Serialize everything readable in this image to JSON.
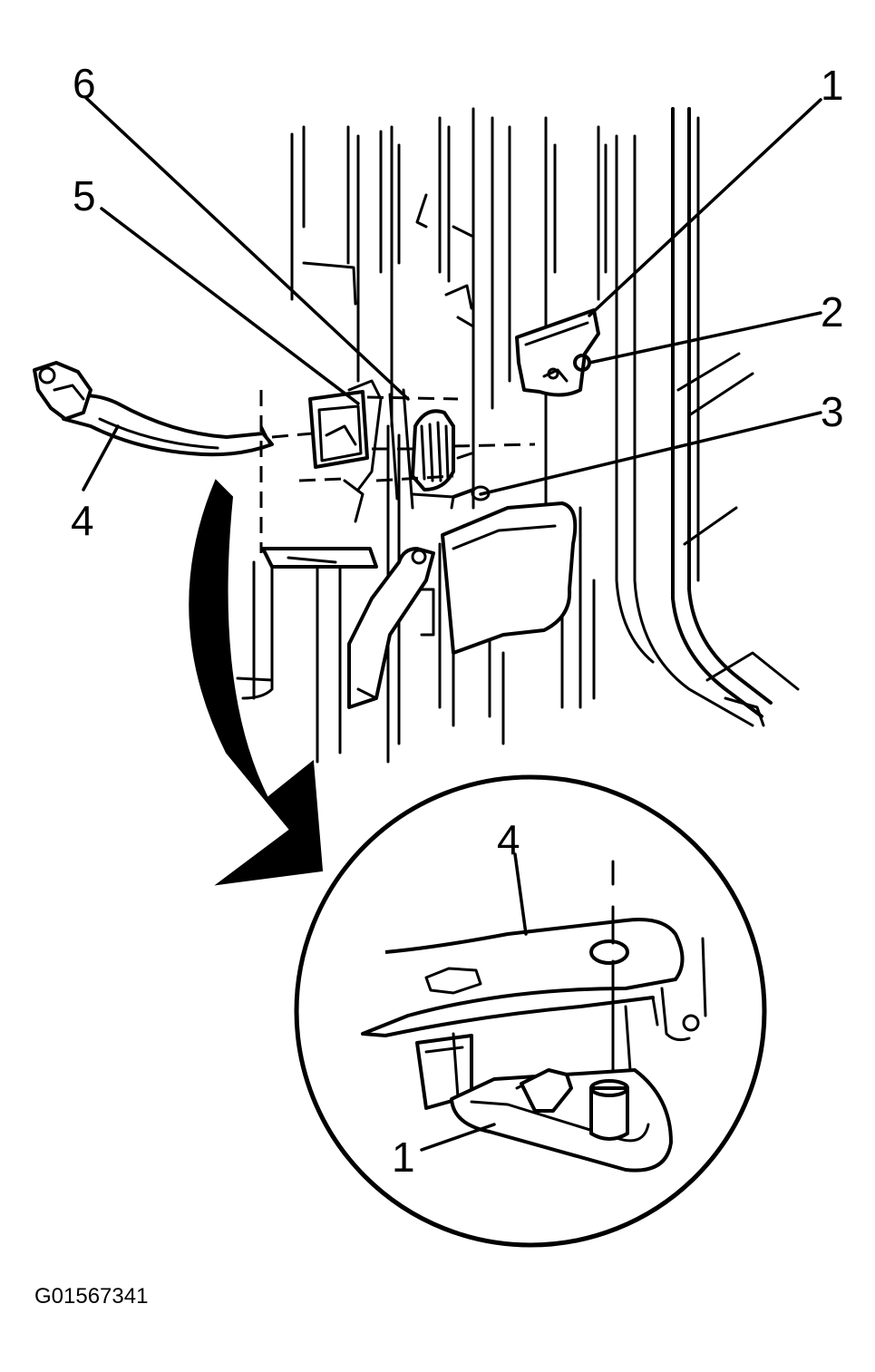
{
  "callouts": {
    "c1": "1",
    "c2": "2",
    "c3": "3",
    "c4": "4",
    "c5": "5",
    "c6": "6",
    "detail_c4": "4",
    "detail_c1": "1"
  },
  "figure_id": "G01567341",
  "colors": {
    "line": "#000000",
    "background": "#ffffff"
  }
}
